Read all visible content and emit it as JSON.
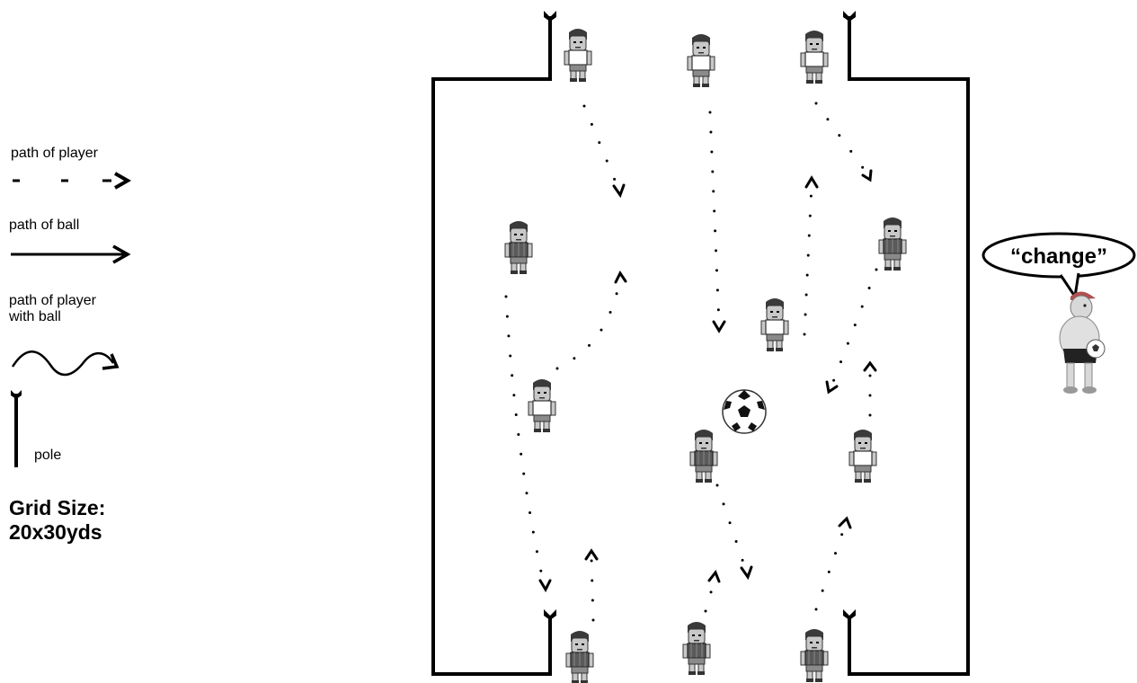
{
  "legend": {
    "path_of_player": "path of player",
    "path_of_ball": "path of ball",
    "path_of_player_with_ball_line1": "path of player",
    "path_of_player_with_ball_line2": "with ball",
    "pole": "pole"
  },
  "grid_size": {
    "line1": "Grid Size:",
    "line2": "20x30yds"
  },
  "coach": {
    "speech": "“change”"
  },
  "colors": {
    "field_line": "#000000",
    "team_white_shirt": "#ffffff",
    "team_dark_shirt": "#5a5a5a",
    "skin": "#c8c8c8"
  }
}
